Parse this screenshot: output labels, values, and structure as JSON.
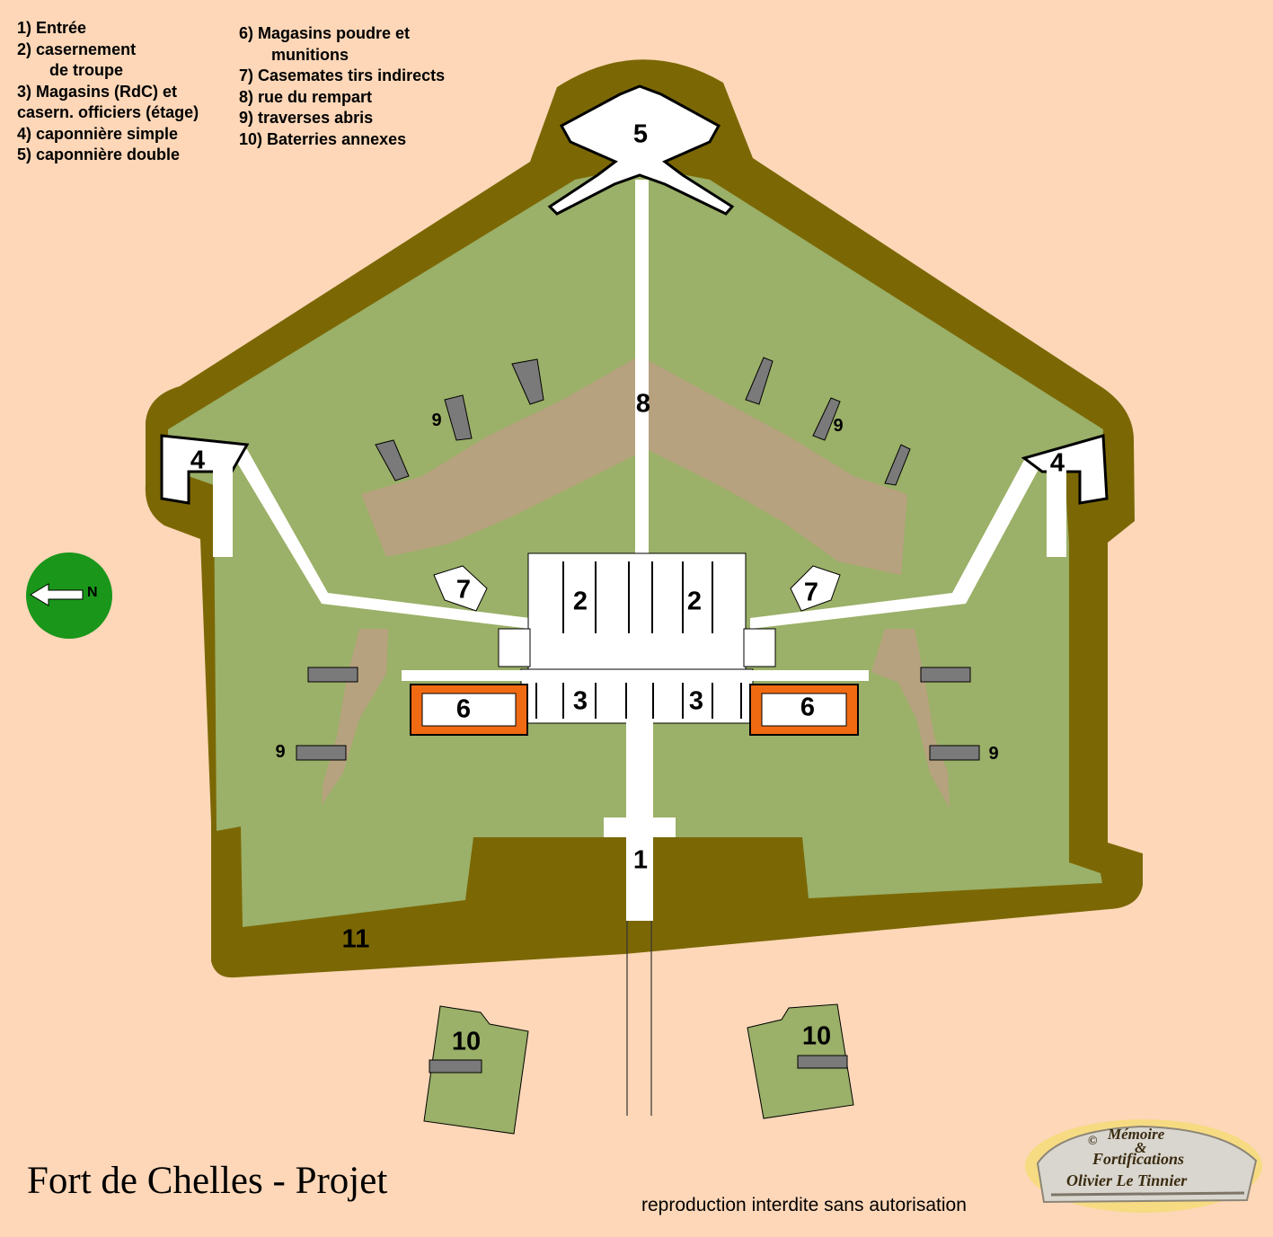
{
  "title": "Fort de Chelles - Projet",
  "footer_note": "reproduction interdite sans autorisation",
  "legend": {
    "left": [
      {
        "text": "1) Entrée"
      },
      {
        "text": "2) casernement"
      },
      {
        "text": "de troupe",
        "continuation": true
      },
      {
        "text": "3) Magasins (RdC) et"
      },
      {
        "text": "casern. officiers (étage)"
      },
      {
        "text": "4) caponnière simple"
      },
      {
        "text": "5) caponnière double"
      }
    ],
    "right": [
      {
        "text": "6) Magasins poudre et"
      },
      {
        "text": "munitions",
        "continuation": true
      },
      {
        "text": "7) Casemates tirs indirects"
      },
      {
        "text": "8) rue du rempart"
      },
      {
        "text": "9) traverses abris"
      },
      {
        "text": "10) Baterries annexes"
      }
    ]
  },
  "map_labels": {
    "entree": "1",
    "casernement_left": "2",
    "casernement_right": "2",
    "magasins_left": "3",
    "magasins_right": "3",
    "caponniere_simple_left": "4",
    "caponniere_simple_right": "4",
    "caponniere_double": "5",
    "magasin_poudre_left": "6",
    "magasin_poudre_right": "6",
    "casemate_left": "7",
    "casemate_right": "7",
    "rue_rempart": "8",
    "traverse_upper_left": "9",
    "traverse_upper_right": "9",
    "traverse_lower_left": "9",
    "traverse_lower_right": "9",
    "ditch": "11",
    "batterie_left": "10",
    "batterie_right": "10"
  },
  "north_arrow": {
    "letter": "N",
    "direction": "left"
  },
  "logo": {
    "copyright": "©",
    "line1": "Mémoire",
    "ampersand": "&",
    "line2": "Fortifications",
    "author": "Olivier Le Tinnier"
  },
  "colors": {
    "background": "#fdd7b8",
    "ditch": "#7b6805",
    "fort_interior": "#9bb068",
    "rampart_street": "#b7a27f",
    "buildings": "#ffffff",
    "powder_magazine": "#f06a12",
    "north_disc": "#1a961a"
  }
}
